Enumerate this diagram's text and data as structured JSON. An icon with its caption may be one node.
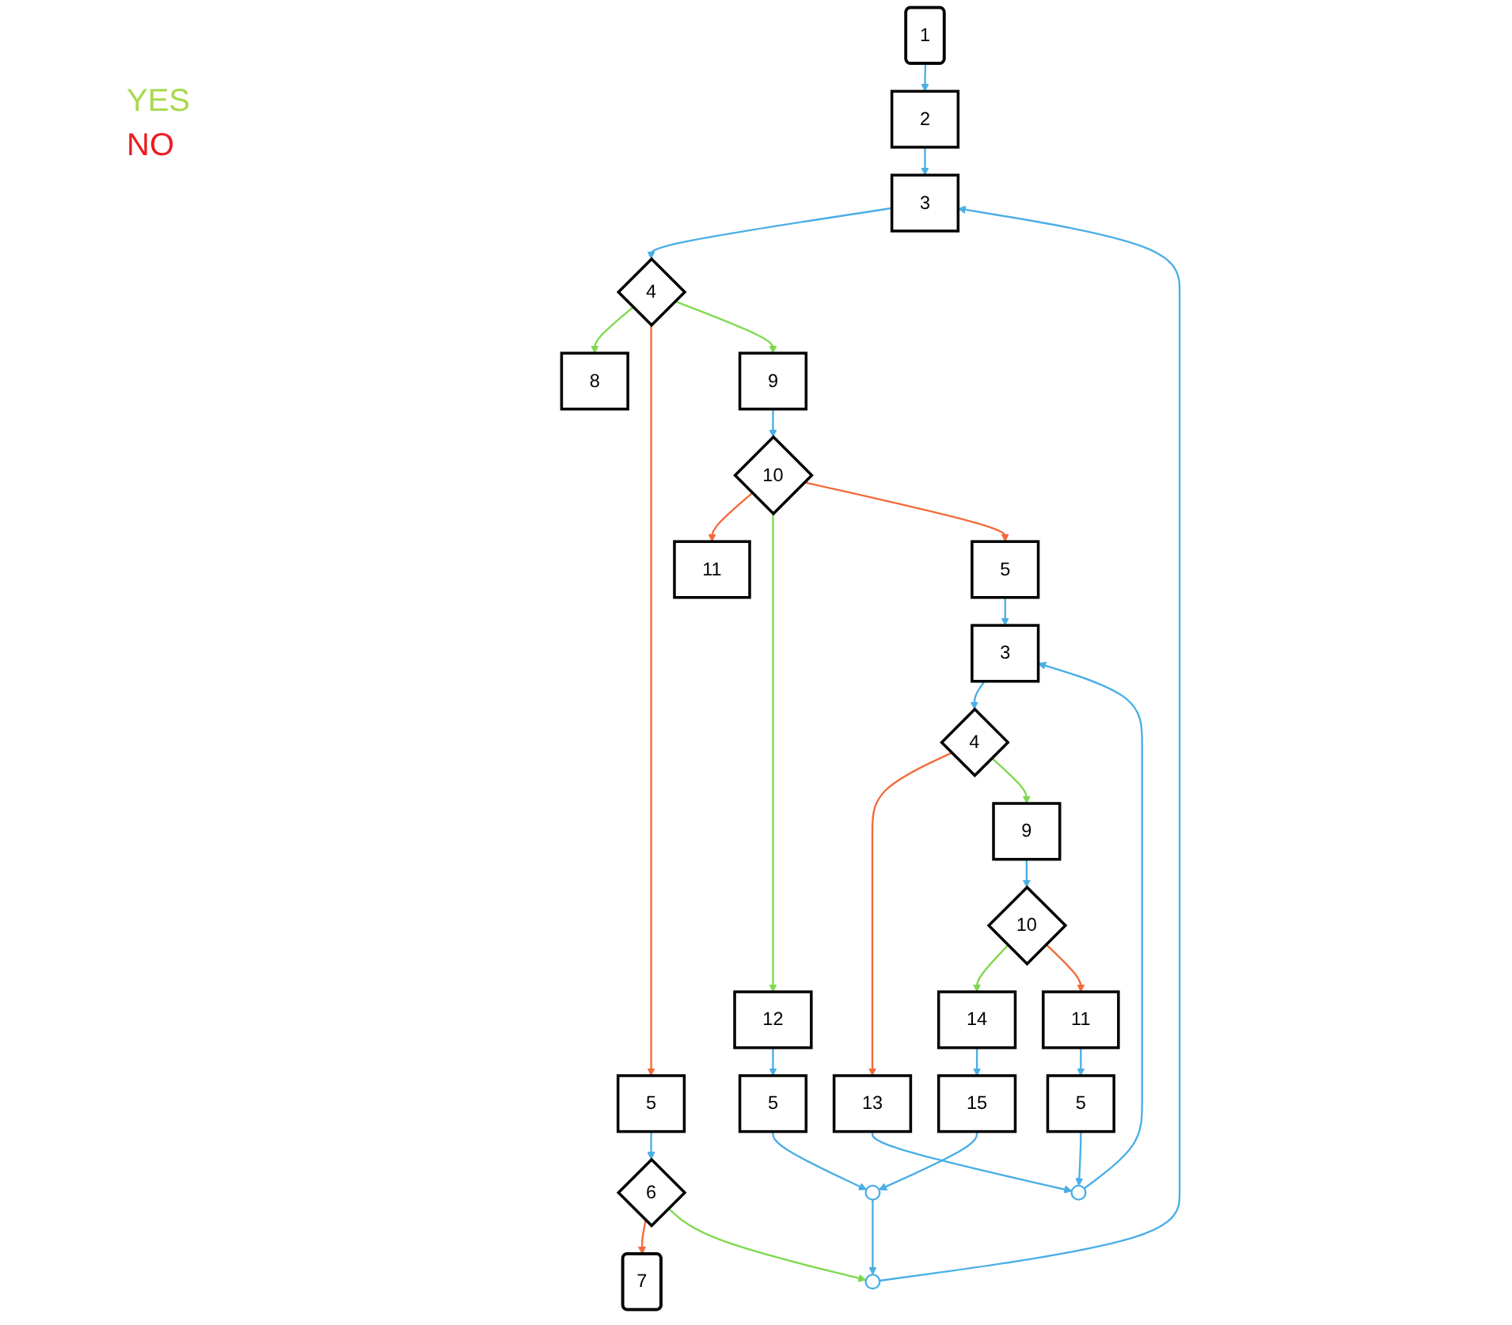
{
  "diagram": {
    "nodes": [
      {
        "text": [
          "1"
        ]
      },
      {
        "text": [
          "2"
        ]
      },
      {
        "text": [
          "3"
        ]
      },
      {
        "text": [
          "4"
        ]
      },
      {
        "text": [
          "8"
        ]
      },
      {
        "text": [
          "5"
        ]
      },
      {
        "text": [
          "6"
        ]
      },
      {
        "text": [
          "7"
        ]
      },
      {
        "text": [],
        "shape": "circle"
      },
      {
        "text": [],
        "shape": "circle"
      },
      {
        "text": [
          "9"
        ]
      },
      {
        "text": [
          "10"
        ]
      },
      {
        "text": [
          "11"
        ]
      },
      {
        "text": [
          "12"
        ]
      },
      {
        "text": [
          "5"
        ]
      },
      {
        "text": [
          "5"
        ]
      },
      {
        "text": [],
        "shape": "circle"
      },
      {
        "text": [
          "3"
        ]
      },
      {
        "text": [
          "13"
        ]
      },
      {
        "text": [
          "4"
        ]
      },
      {
        "text": [
          "9"
        ]
      },
      {
        "text": [
          "10"
        ]
      },
      {
        "text": [
          "14"
        ]
      },
      {
        "text": [
          "15"
        ]
      },
      {
        "text": [
          "11"
        ]
      },
      {
        "text": [
          "5"
        ]
      }
    ],
    "edges": [
      {
        "from": 0,
        "to": 1,
        "arrow": "to"
      },
      {
        "from": 1,
        "to": 2,
        "arrow": "to"
      },
      {
        "from": 2,
        "to": 3,
        "arrow": "to"
      },
      {
        "from": 3,
        "to": 4,
        "arrow": "to",
        "color": "#7fd94e"
      },
      {
        "from": 3,
        "to": 5,
        "arrow": "to",
        "color": "#f26b3a"
      },
      {
        "from": 5,
        "to": 6,
        "arrow": "to"
      },
      {
        "from": 6,
        "to": 7,
        "arrow": "to",
        "color": "#f26b3a"
      },
      {
        "from": 6,
        "to": 8,
        "arrow": "to",
        "color": "#7fd94e"
      },
      {
        "from": 8,
        "to": 2,
        "arrow": "to"
      },
      {
        "from": 9,
        "to": 8,
        "arrow": "to"
      },
      {
        "from": 3,
        "to": 10,
        "arrow": "to",
        "color": "#7fd94e"
      },
      {
        "from": 10,
        "to": 11,
        "arrow": "to"
      },
      {
        "from": 11,
        "to": 12,
        "arrow": "to",
        "color": "#f26b3a"
      },
      {
        "from": 11,
        "to": 13,
        "arrow": "to",
        "color": "#7fd94e"
      },
      {
        "from": 13,
        "to": 14,
        "arrow": "to"
      },
      {
        "from": 14,
        "to": 9,
        "arrow": "to"
      },
      {
        "from": 11,
        "to": 15,
        "arrow": "to",
        "color": "#f26b3a"
      },
      {
        "from": 15,
        "to": 17,
        "arrow": "to"
      },
      {
        "from": 16,
        "to": 17,
        "arrow": "to"
      },
      {
        "from": 17,
        "to": 19,
        "arrow": "to"
      },
      {
        "from": 19,
        "to": 18,
        "arrow": "to",
        "color": "#f26b3a"
      },
      {
        "from": 18,
        "to": 16,
        "arrow": "to"
      },
      {
        "from": 19,
        "to": 20,
        "arrow": "to",
        "color": "#7fd94e"
      },
      {
        "from": 20,
        "to": 21,
        "arrow": "to"
      },
      {
        "from": 21,
        "to": 22,
        "arrow": "to",
        "color": "#7fd94e"
      },
      {
        "from": 22,
        "to": 23,
        "arrow": "to"
      },
      {
        "from": 23,
        "to": 9,
        "arrow": "to"
      },
      {
        "from": 21,
        "to": 24,
        "arrow": "to",
        "color": "#f26b3a"
      },
      {
        "from": 24,
        "to": 25,
        "arrow": "to"
      },
      {
        "from": 25,
        "to": 16,
        "arrow": "to"
      }
    ],
    "legend": [
      {
        "text": "YES",
        "color": "#a8d94e"
      },
      {
        "text": "NO",
        "color": "#ed1c24"
      }
    ]
  }
}
